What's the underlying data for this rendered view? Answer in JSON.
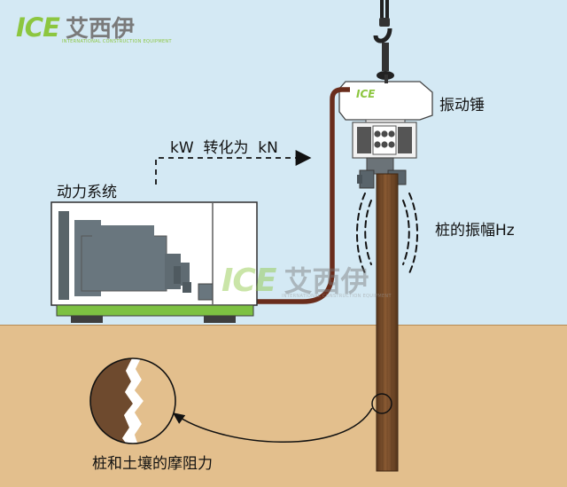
{
  "logo": {
    "brand": "ICE",
    "chinese": "艾西伊",
    "subtitle": "INTERNATIONAL CONSTRUCTION EQUIPMENT"
  },
  "labels": {
    "power_unit": "动力系统",
    "conversion": "kW  转化为  kN",
    "vibro_hammer": "振动锤",
    "pile_amplitude": "桩的振幅Hz",
    "soil_friction": "桩和土壤的摩阻力"
  },
  "hammer_badge": "ICE",
  "colors": {
    "sky": "#d4e9f4",
    "soil": "#e3bf8d",
    "pile": "#7b4e2b",
    "hose": "#6a2d1c",
    "machine_green": "#7dc142",
    "logo_green": "#8cc63f",
    "logo_gray": "#7a7a7a",
    "unit_gray": "#69767e"
  }
}
